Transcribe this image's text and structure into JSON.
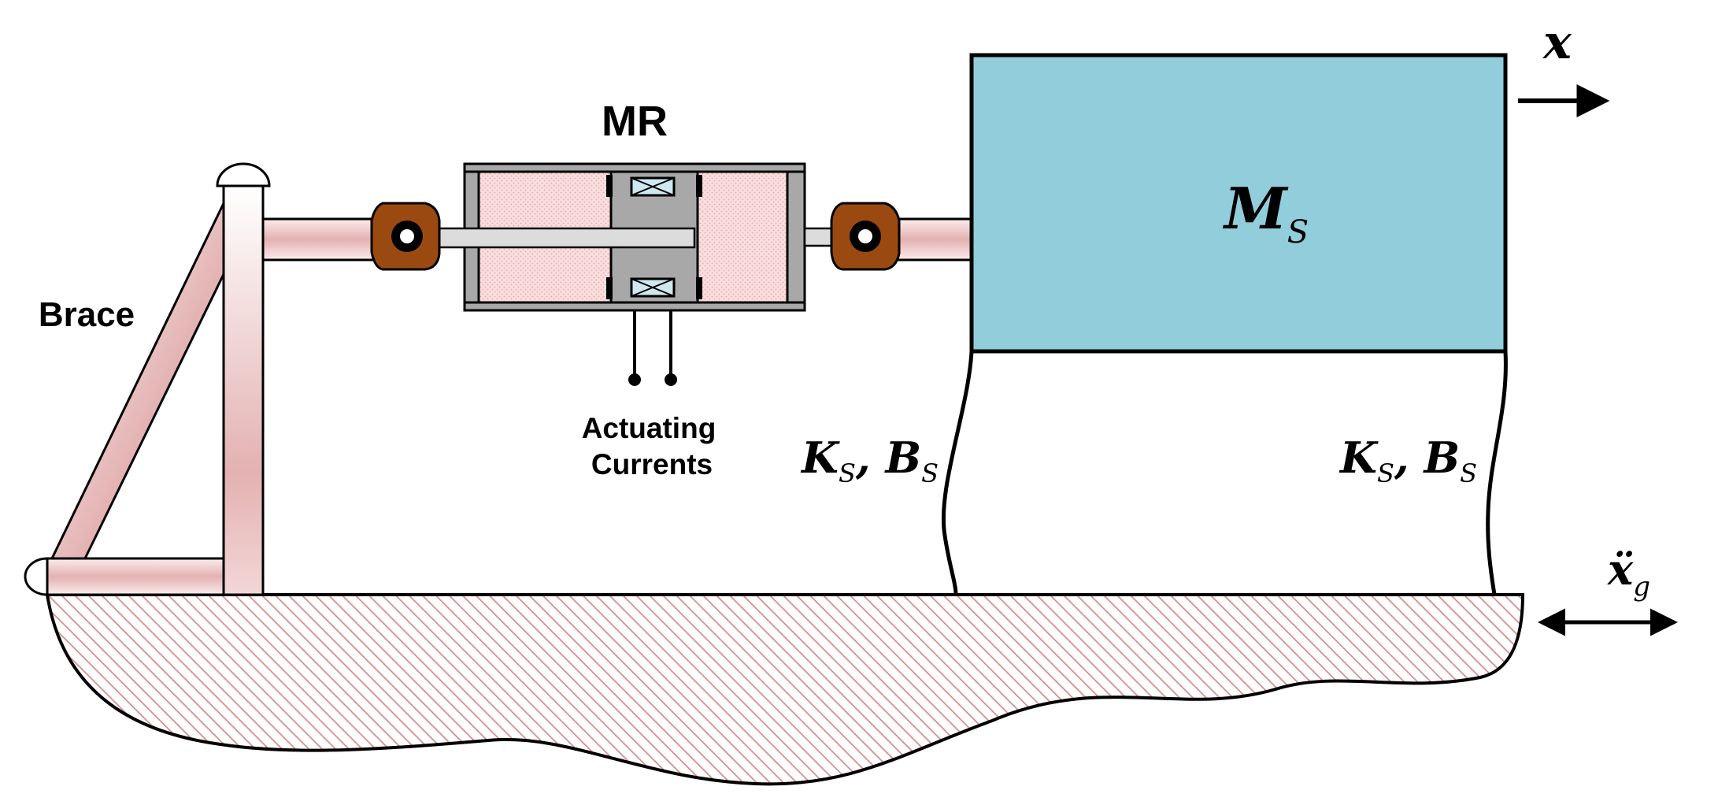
{
  "labels": {
    "damper": "MR",
    "brace": "Brace",
    "actuating_line1": "Actuating",
    "actuating_line2": "Currents",
    "mass_main": "M",
    "mass_sub": "S",
    "stiff_k": "K",
    "stiff_k_sub": "S",
    "stiff_sep": ", ",
    "stiff_b": "B",
    "stiff_b_sub": "S",
    "disp_x": "x",
    "ground_accel_main": "ẍ",
    "ground_accel_sub": "g"
  },
  "colors": {
    "mass_fill": "#92cddb",
    "ground_hatch": "#d88c8c",
    "pink_light": "#fbecec",
    "pink_mid": "#e3b1b1",
    "clevis": "#9a4a10",
    "gray": "#a8a8a8",
    "coil_blue": "#cfe8ef",
    "stroke": "#000000"
  }
}
